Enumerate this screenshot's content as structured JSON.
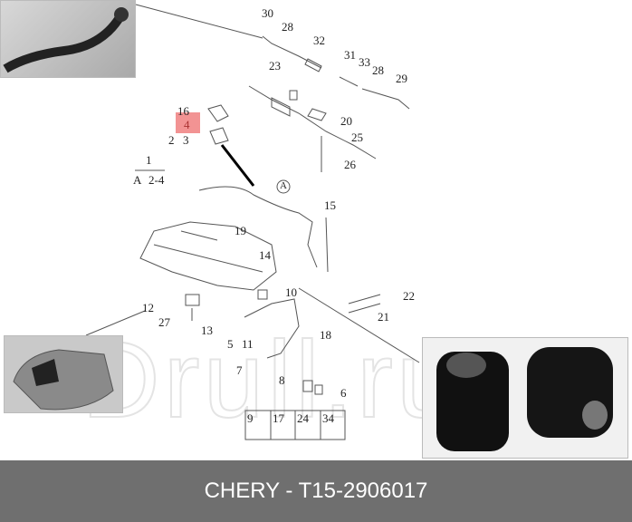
{
  "diagram": {
    "labels": [
      "30",
      "28",
      "32",
      "23",
      "31",
      "33",
      "28",
      "29",
      "16",
      "4",
      "2",
      "3",
      "20",
      "25",
      "26",
      "1",
      "A",
      "2-4",
      "A",
      "15",
      "19",
      "14",
      "12",
      "27",
      "10",
      "22",
      "21",
      "13",
      "5",
      "11",
      "18",
      "7",
      "8",
      "6",
      "9",
      "17",
      "24",
      "34"
    ],
    "highlighted_part": "4",
    "highlight_color": "#f08080",
    "watermark": "Drull.ru"
  },
  "footer": {
    "caption": "CHERY - T15-2906017",
    "background": "#6f6f6f"
  }
}
